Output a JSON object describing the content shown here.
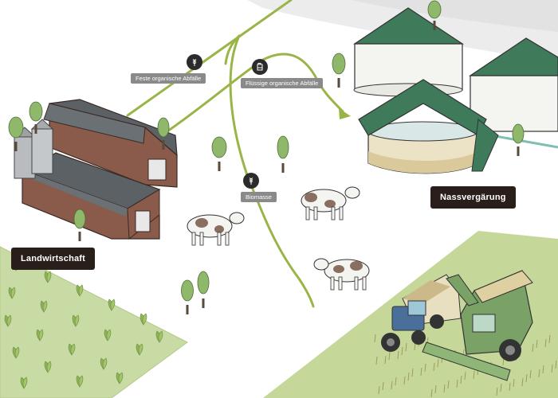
{
  "labels": {
    "landwirtschaft": "Landwirtschaft",
    "nassvergaerung": "Nassvergärung",
    "feste_abfaelle": "Feste organische Abfälle",
    "fluessige_abfaelle": "Flüssige organische Abfälle",
    "biomasse": "Biomasse"
  },
  "icons": {
    "feste_abfaelle": "wheat-icon",
    "fluessige_abfaelle": "liquid-container-icon",
    "biomasse": "wheat-icon"
  },
  "colors": {
    "flow_line": "#9ab547",
    "field_green": "#c5d89a",
    "roof_green": "#3f7a5a",
    "barn_wood": "#8a5a4a",
    "barn_roof": "#5a5f63",
    "label_dark": "#2a1e1a",
    "chip_grey": "#8a8a8a"
  }
}
